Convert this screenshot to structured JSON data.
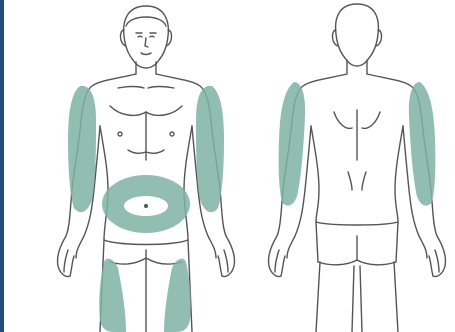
{
  "colors": {
    "background": "#ffffff",
    "frame": "#1f4e79",
    "outline": "#555555",
    "injection_zone": "#7fb3a3"
  },
  "figures": [
    {
      "view": "front",
      "zones": [
        "left-upper-arm",
        "right-upper-arm",
        "abdomen",
        "left-thigh",
        "right-thigh"
      ]
    },
    {
      "view": "back",
      "zones": [
        "left-upper-arm",
        "right-upper-arm"
      ]
    }
  ]
}
